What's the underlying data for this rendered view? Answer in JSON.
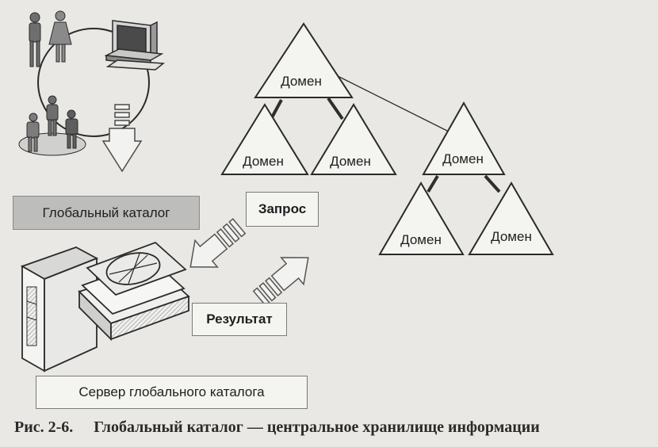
{
  "diagram": {
    "domain_label": "Домен",
    "global_catalog_label": "Глобальный каталог",
    "query_label": "Запрос",
    "result_label": "Результат",
    "server_label": "Сервер глобального каталога"
  },
  "caption": {
    "prefix": "Рис. 2-6.",
    "text": "Глобальный каталог — центральное хранилище информации"
  }
}
